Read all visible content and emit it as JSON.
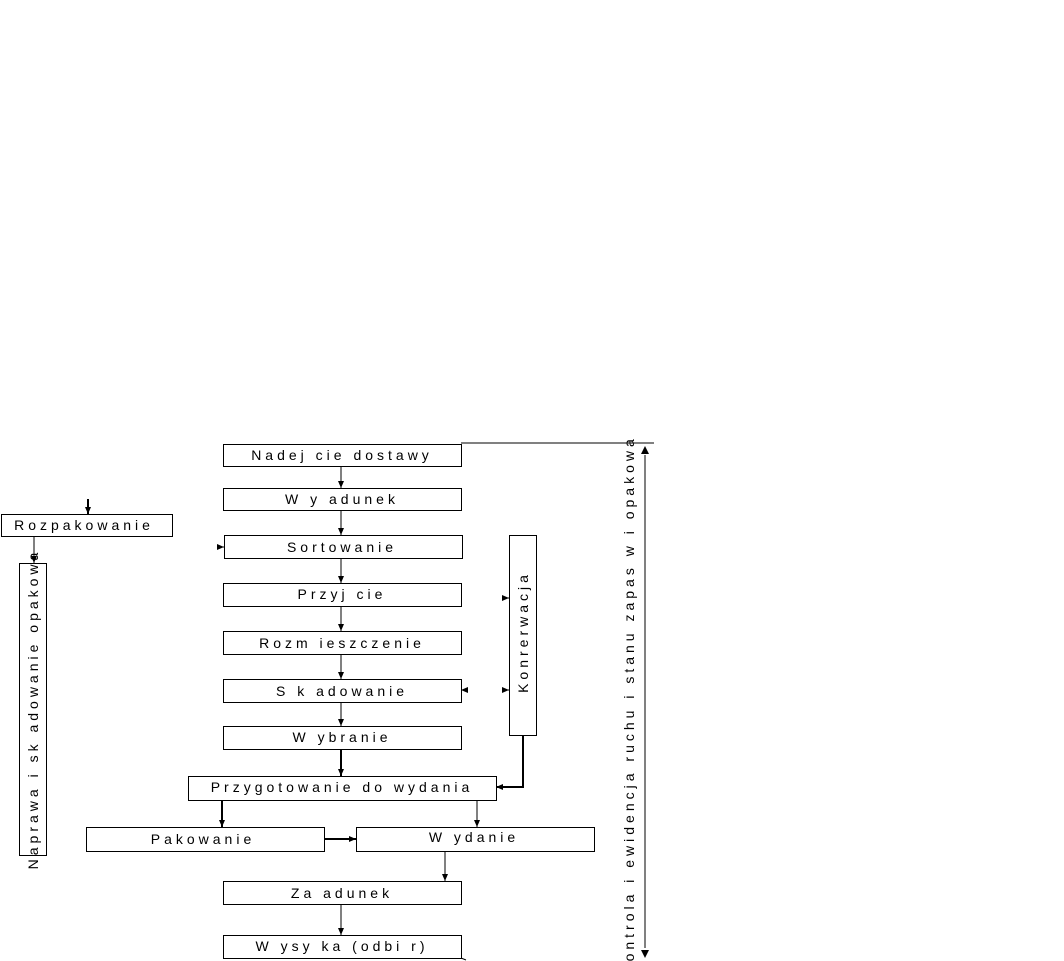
{
  "diagram": {
    "nodes": {
      "nadejscie": "Nadej cie dostawy",
      "wyladunek": "W y adunek",
      "sortowanie": "Sortowanie",
      "przyjecie": "Przyj cie",
      "rozmieszczenie": "Rozm ieszczenie",
      "skladowanie": "S k adowanie",
      "wybranie": "W ybranie",
      "przygotowanie": "Przygotowanie do wydania",
      "pakowanie": "Pakowanie",
      "wydanie": "W ydanie",
      "zaladunek": "Za adunek",
      "wysylka": "W ysy ka (odbi r)",
      "rozpakowanie": "Rozpakowanie",
      "naprawa": "Naprawa i sk adowanie opakowa",
      "konserwacja": "Konrerwacja",
      "kontrola": "Kontrola i ewidencja ruchu i stanu zapas  w i opakowa"
    },
    "colors": {
      "line": "#000000",
      "background": "#ffffff"
    }
  }
}
